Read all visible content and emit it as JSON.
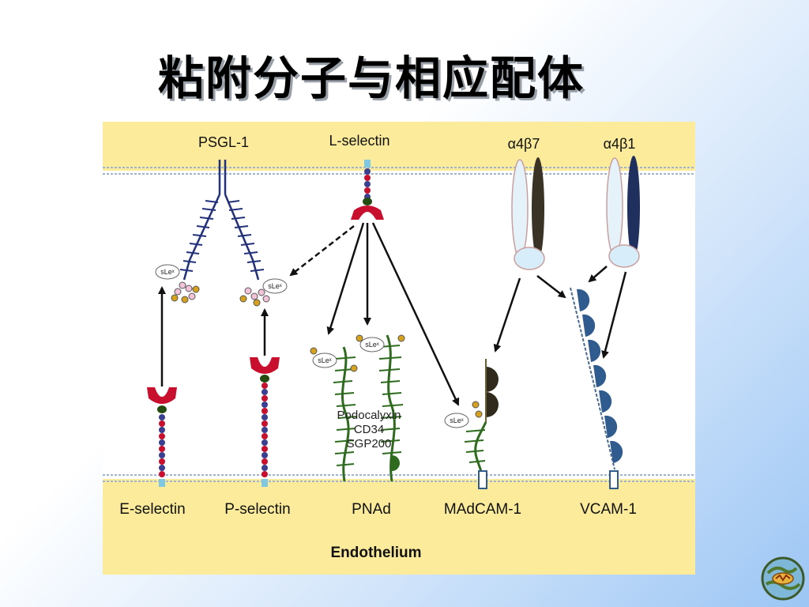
{
  "slide": {
    "title": "粘附分子与相应配体"
  },
  "diagram": {
    "cell_labels": {
      "psgl": "PSGL-1",
      "lsel": "L-selectin",
      "a4b7": "α4β7",
      "a4b1": "α4β1"
    },
    "endo_labels": {
      "esel": "E-selectin",
      "psel": "P-selectin",
      "pnad": "PNAd",
      "madcam": "MAdCAM-1",
      "vcam": "VCAM-1"
    },
    "endothelium": "Endothelium",
    "sialyl_label": "sLeˣ",
    "pnad_members": [
      "Podocalyxin",
      "CD34",
      "SGP200"
    ]
  },
  "colors": {
    "membrane_band": "#fbeb9a",
    "membrane_line": "#9fb3cc",
    "psgl_chain": "#23307a",
    "selectin_head": "#c8102e",
    "selectin_stalk": "#c8102e",
    "selectin_bead": "#3b3f8f",
    "pnad_chain": "#2e6b1e",
    "a4_chain": "#e6f2fa",
    "b7_chain": "#3a3224",
    "b1_chain": "#1f2f5e",
    "vcam_domain": "#2f5b8f",
    "madcam_domain": "#2f2a1c"
  },
  "icons": {
    "corner_logo": "globe-logo-icon"
  }
}
